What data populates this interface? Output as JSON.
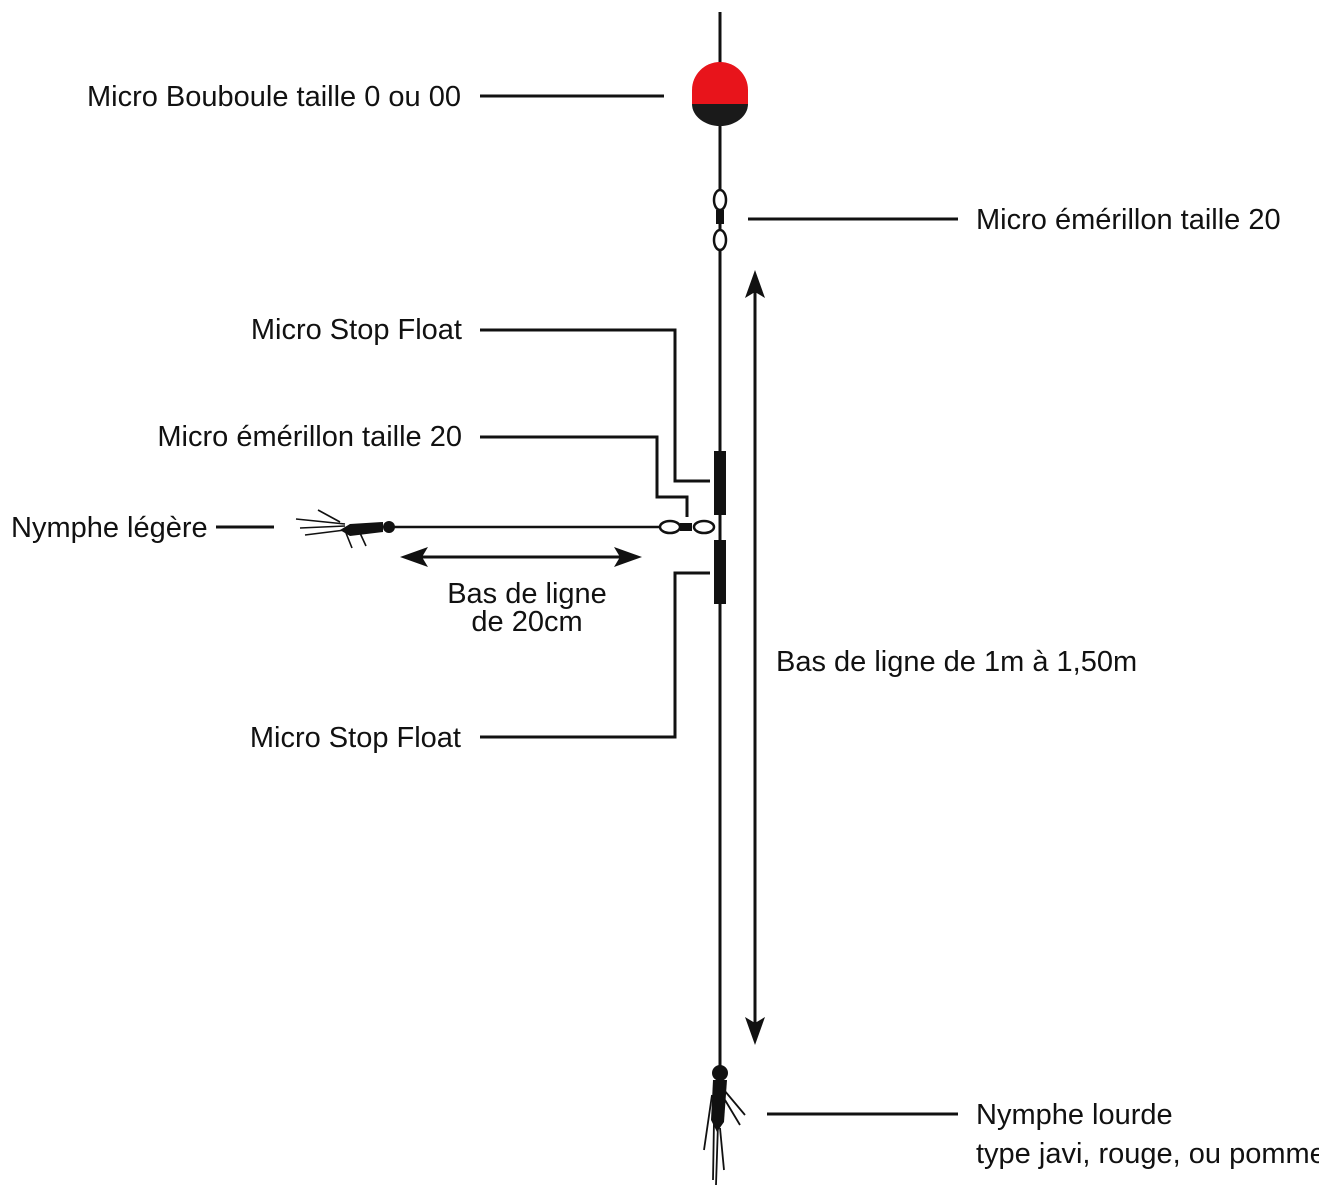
{
  "labels": {
    "bouboule": "Micro Bouboule taille 0 ou 00",
    "emerillon_top": "Micro émérillon taille 20",
    "stop_float_top": "Micro Stop Float",
    "emerillon_mid": "Micro émérillon taille 20",
    "nymphe_legere": "Nymphe légère",
    "bas_ligne_20_line1": "Bas de ligne",
    "bas_ligne_20_line2": "de 20cm",
    "bas_ligne_main": "Bas de ligne de 1m à 1,50m",
    "stop_float_bottom": "Micro Stop Float",
    "nymphe_lourde_line1": "Nymphe lourde",
    "nymphe_lourde_line2": "type javi, rouge, ou pomme"
  },
  "colors": {
    "float_top": "#e8141b",
    "float_bottom": "#1a1a1a",
    "line": "#111111"
  }
}
